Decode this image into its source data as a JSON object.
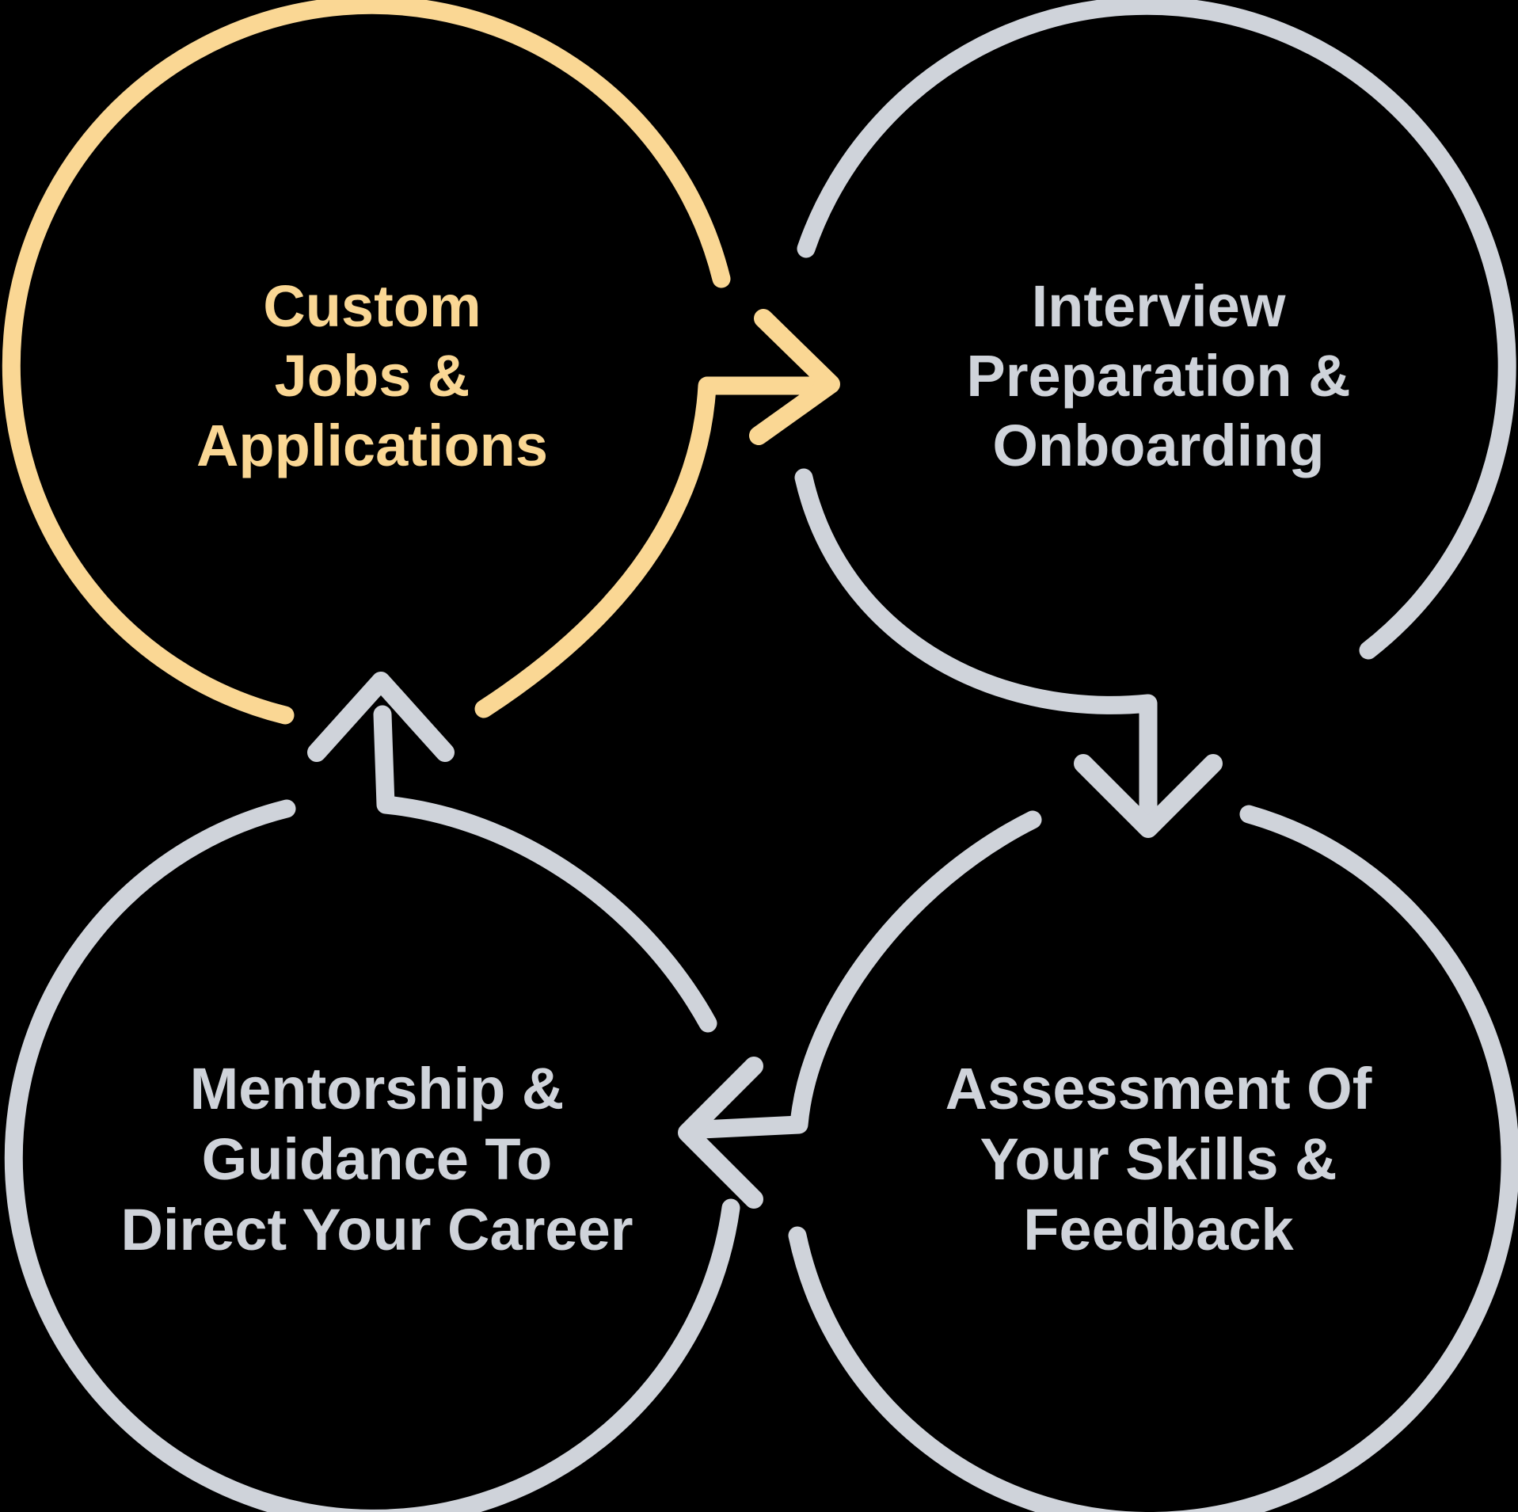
{
  "background_color": "#000000",
  "palette": {
    "accent_yellow": "#FAD794",
    "neutral_gray": "#CFD3DA"
  },
  "cycle": {
    "steps": [
      {
        "position": "top-left",
        "color": "#FAD794",
        "label_lines": [
          "Custom",
          "Jobs &",
          "Applications"
        ]
      },
      {
        "position": "top-right",
        "color": "#CFD3DA",
        "label_lines": [
          "Interview",
          "Preparation &",
          "Onboarding"
        ]
      },
      {
        "position": "bottom-right",
        "color": "#CFD3DA",
        "label_lines": [
          "Assessment Of",
          "Your Skills &",
          "Feedback"
        ]
      },
      {
        "position": "bottom-left",
        "color": "#CFD3DA",
        "label_lines": [
          "Mentorship &",
          "Guidance To",
          "Direct Your Career"
        ]
      }
    ],
    "arrows": [
      {
        "icon": "arrow-right-icon",
        "direction": "right",
        "color": "#FAD794"
      },
      {
        "icon": "arrow-down-icon",
        "direction": "down",
        "color": "#CFD3DA"
      },
      {
        "icon": "arrow-left-icon",
        "direction": "left",
        "color": "#CFD3DA"
      },
      {
        "icon": "arrow-up-icon",
        "direction": "up",
        "color": "#CFD3DA"
      }
    ]
  }
}
